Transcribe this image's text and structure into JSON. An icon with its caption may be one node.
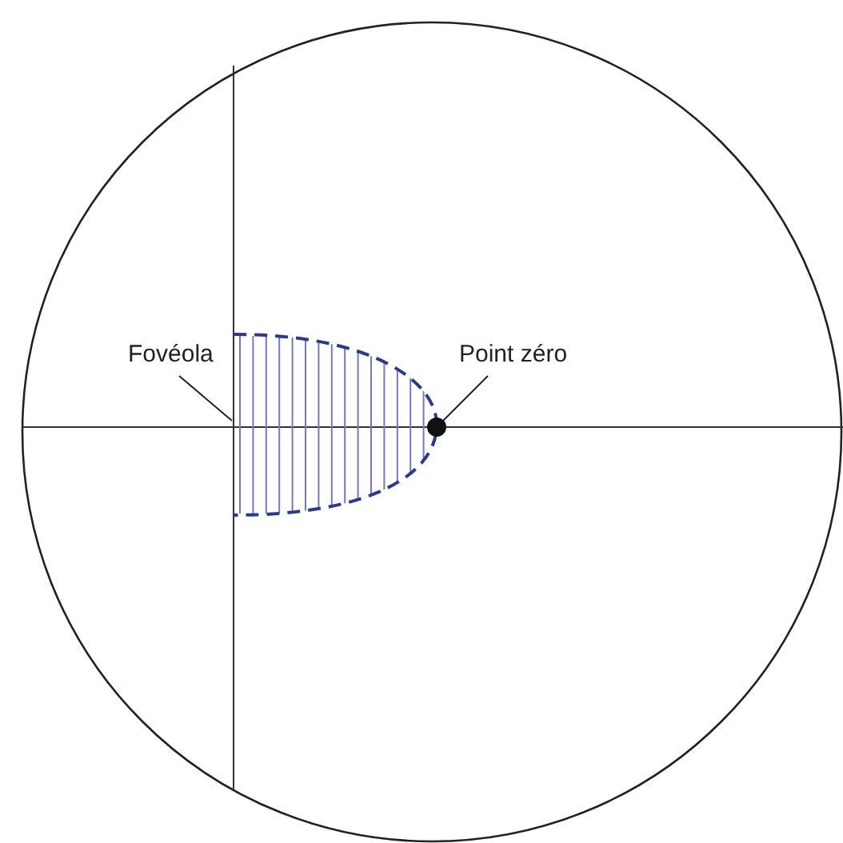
{
  "diagram": {
    "nodes": [
      {
        "text": [
          "Fovéola"
        ]
      },
      {
        "text": [],
        "shape": "ellipse"
      },
      {
        "text": [
          "Point zéro"
        ]
      },
      {
        "text": [],
        "shape": "circle"
      }
    ],
    "edges": [
      {
        "from": 0,
        "to": 1,
        "arrow": "none"
      },
      {
        "from": 2,
        "to": 3,
        "arrow": "none"
      }
    ]
  }
}
